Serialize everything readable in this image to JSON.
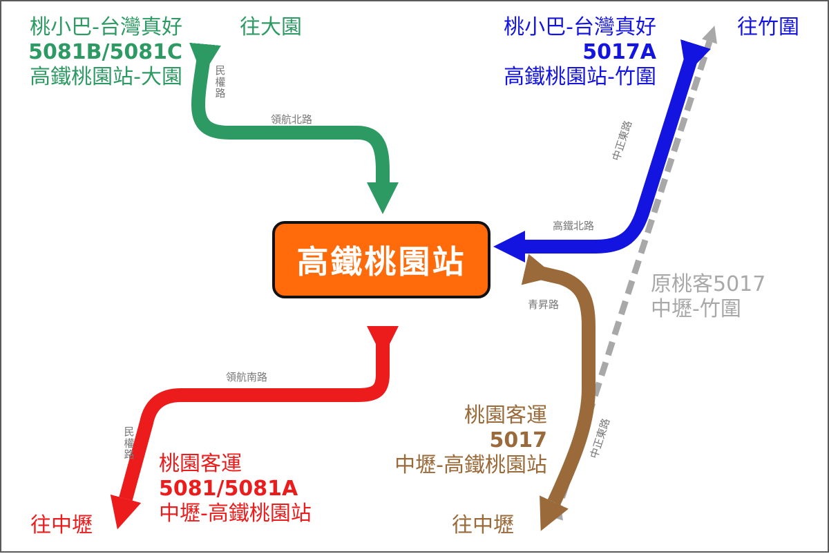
{
  "station": {
    "name": "高鐵桃園站",
    "fill_color": "#ff6a0a"
  },
  "routes": {
    "green": {
      "color": "#2e9a63",
      "operator": "桃小巴-台灣真好",
      "numbers": "5081B/5081C",
      "span": "高鐵桃園站-大園",
      "destination": "往大園",
      "streets": {
        "vertical": "民權路",
        "horizontal": "領航北路"
      }
    },
    "blue": {
      "color": "#1414e0",
      "operator": "桃小巴-台灣真好",
      "numbers": "5017A",
      "span": "高鐵桃園站-竹圍",
      "destination": "往竹圍",
      "streets": {
        "diagonal": "中正東路",
        "horizontal": "高鐵北路"
      }
    },
    "red": {
      "color": "#ec1c1c",
      "operator": "桃園客運",
      "numbers": "5081/5081A",
      "span": "中壢-高鐵桃園站",
      "destination": "往中壢",
      "streets": {
        "vertical": "民權路",
        "horizontal": "領航南路"
      }
    },
    "brown": {
      "color": "#9a6a3a",
      "operator": "桃園客運",
      "numbers": "5017",
      "span": "中壢-高鐵桃園站",
      "destination": "往中壢",
      "streets": {
        "horizontal": "青昇路",
        "diagonal": "中正東路"
      }
    },
    "gray": {
      "color": "#a8a8a8",
      "line1": "原桃客5017",
      "line2": "中壢-竹圍"
    }
  }
}
